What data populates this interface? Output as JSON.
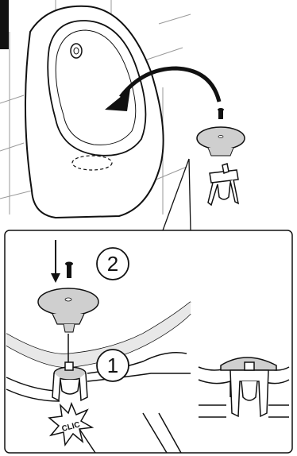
{
  "steps": [
    {
      "label": "2"
    },
    {
      "label": "1"
    }
  ],
  "clic_label": "CLIC",
  "colors": {
    "line": "#111111",
    "shade": "#cfcfcf",
    "light": "#e8e8e8",
    "tile": "#9a9a9a"
  },
  "icons": [
    "arrow-icon",
    "screw-icon",
    "cover-cap-icon",
    "clip-bracket-icon",
    "urinal-icon",
    "zoom-detail-icon"
  ]
}
